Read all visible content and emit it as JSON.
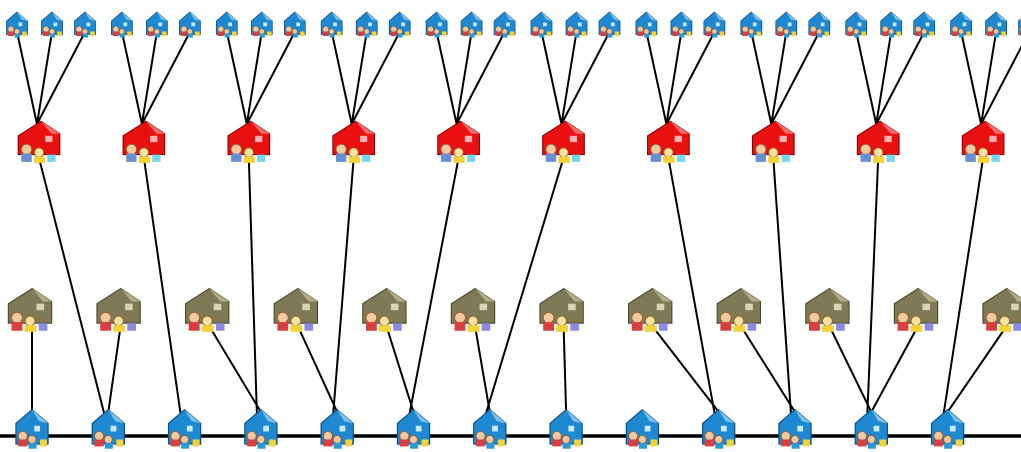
{
  "diagram": {
    "type": "network-topology",
    "node_kinds": {
      "leaf": {
        "icon": "blue-house-with-people-icon",
        "color": "#1f7fc8"
      },
      "hub": {
        "icon": "red-house-with-people-icon",
        "color": "#e81010"
      },
      "aux": {
        "icon": "olive-house-with-people-icon",
        "color": "#7f7a55"
      },
      "backbone": {
        "icon": "blue-house-with-people-icon",
        "color": "#1c86c9"
      }
    },
    "groups": 10,
    "leaves_per_group": 3,
    "aux_nodes": 12,
    "backbone_nodes": 13,
    "link_color": "#000000",
    "backbone_link_color": "#000000"
  }
}
